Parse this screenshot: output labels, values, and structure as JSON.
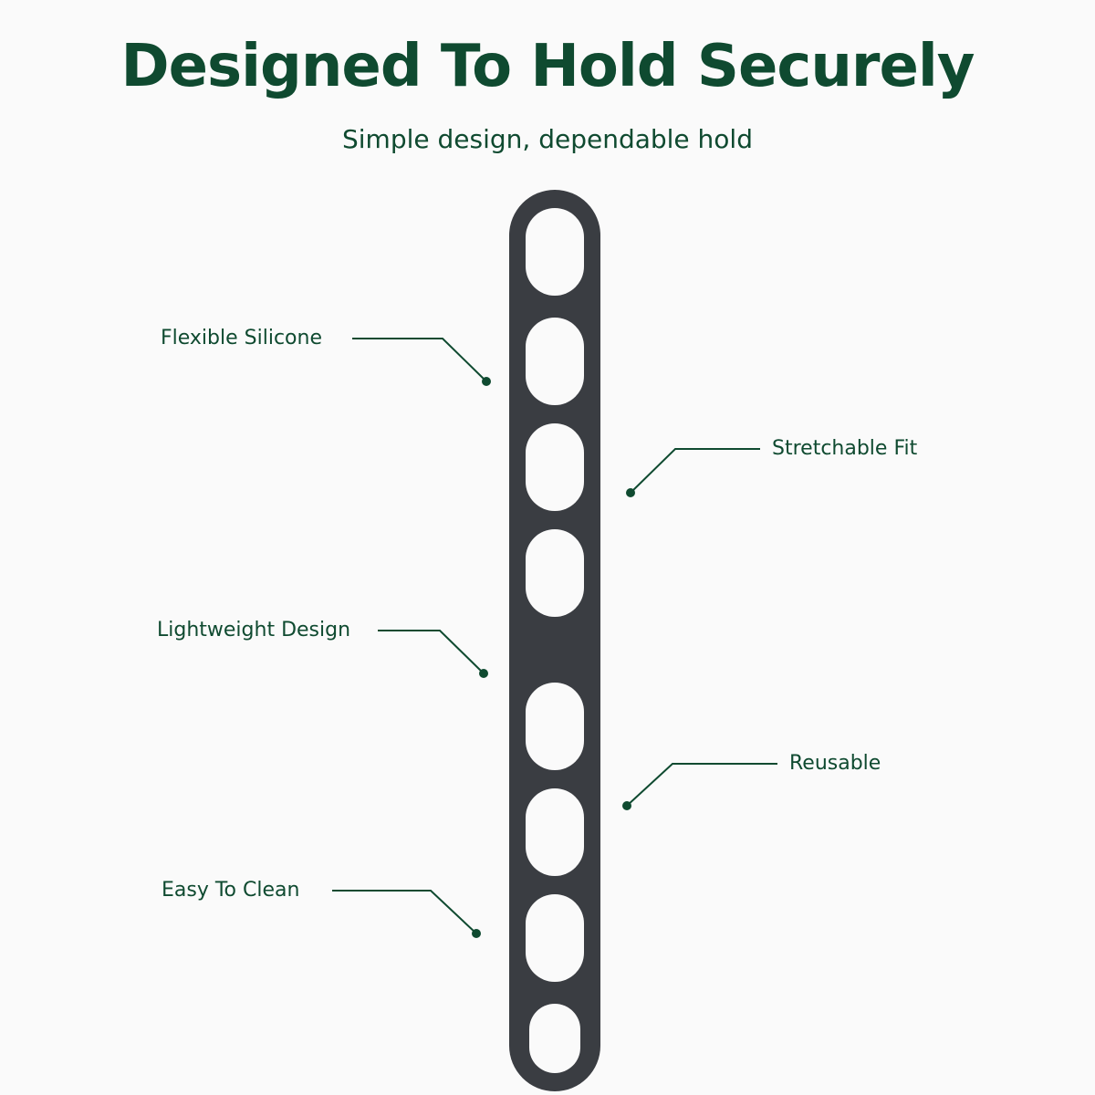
{
  "header": {
    "title": "Designed To Hold Securely",
    "subtitle": "Simple design, dependable hold"
  },
  "features": [
    {
      "label": "Flexible Silicone"
    },
    {
      "label": "Stretchable Fit"
    },
    {
      "label": "Lightweight Design"
    },
    {
      "label": "Reusable"
    },
    {
      "label": "Easy To Clean"
    }
  ],
  "colors": {
    "text": "#0f4a30",
    "strap": "#3a3d42",
    "background": "#fafafa"
  }
}
